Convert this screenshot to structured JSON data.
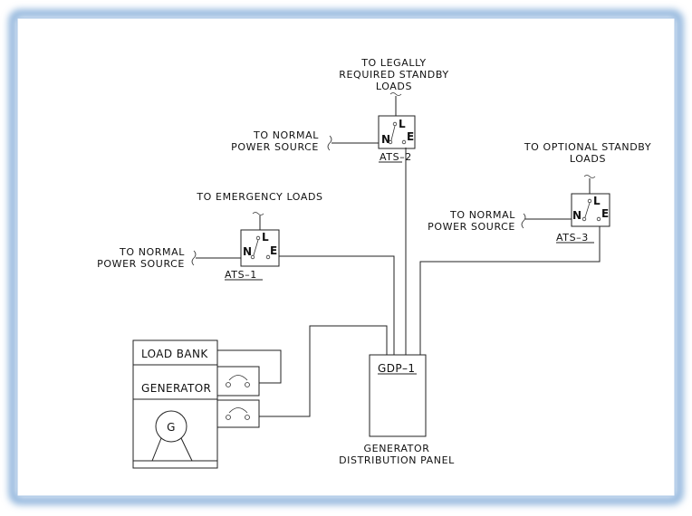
{
  "ats1": {
    "name": "ATS–1",
    "load_label": "TO EMERGENCY LOADS",
    "source_line1": "TO NORMAL",
    "source_line2": "POWER SOURCE",
    "terminals": {
      "n": "N",
      "l": "L",
      "e": "E"
    }
  },
  "ats2": {
    "name": "ATS–2",
    "load_line1": "TO LEGALLY",
    "load_line2": "REQUIRED STANDBY",
    "load_line3": "LOADS",
    "source_line1": "TO NORMAL",
    "source_line2": "POWER SOURCE",
    "terminals": {
      "n": "N",
      "l": "L",
      "e": "E"
    }
  },
  "ats3": {
    "name": "ATS–3",
    "load_line1": "TO OPTIONAL STANDBY",
    "load_line2": "LOADS",
    "source_line1": "TO NORMAL",
    "source_line2": "POWER SOURCE",
    "terminals": {
      "n": "N",
      "l": "L",
      "e": "E"
    }
  },
  "gdp": {
    "name": "GDP–1",
    "caption_line1": "GENERATOR",
    "caption_line2": "DISTRIBUTION PANEL"
  },
  "generator_set": {
    "load_bank": "LOAD BANK",
    "generator": "GENERATOR",
    "symbol": "G"
  },
  "colors": {
    "frame_glow": "#8fb4dc",
    "line": "#222222"
  }
}
